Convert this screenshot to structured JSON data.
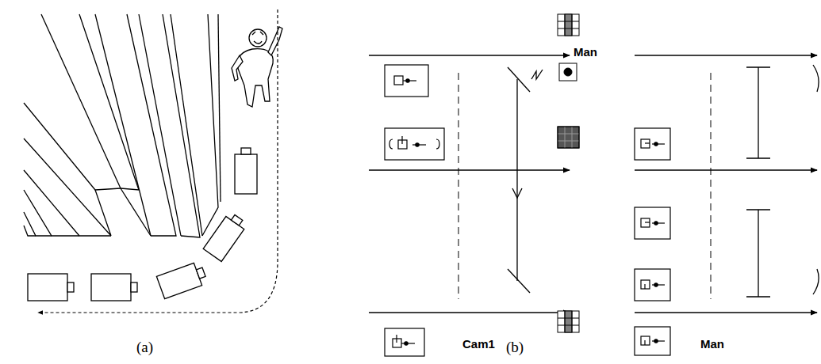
{
  "diagram": {
    "labels": [
      "Man",
      "Cam1",
      "Man",
      "(a)",
      "(b)"
    ]
  }
}
